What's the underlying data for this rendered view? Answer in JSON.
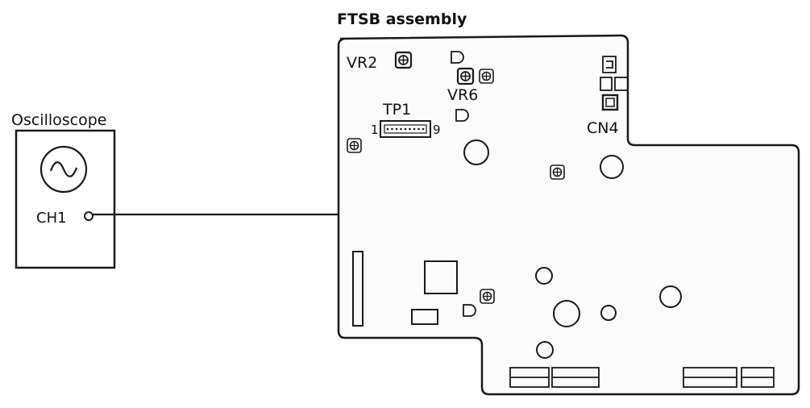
{
  "oscilloscope": {
    "title": "Oscilloscope",
    "channel_label": "CH1",
    "icon": "sine-wave-icon"
  },
  "board": {
    "title": "FTSB assembly",
    "labels": {
      "vr2": "VR2",
      "vr6": "VR6",
      "tp1": "TP1",
      "tp1_pin_left": "1",
      "tp1_pin_right": "9",
      "cn4": "CN4"
    }
  },
  "colors": {
    "line": "#1a1a1a",
    "background": "#ffffff",
    "board_fill": "#fbfbfb"
  }
}
